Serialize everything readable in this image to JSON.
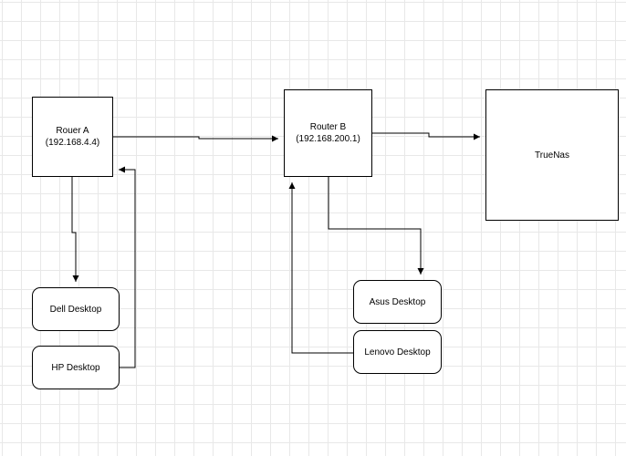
{
  "diagram": {
    "nodes": {
      "router_a": {
        "name": "Rouer A",
        "ip": "(192.168.4.4)"
      },
      "router_b": {
        "name": "Router B",
        "ip": "(192.168.200.1)"
      },
      "truenas": {
        "label": "TrueNas"
      },
      "dell": {
        "label": "Dell Desktop"
      },
      "hp": {
        "label": "HP Desktop"
      },
      "asus": {
        "label": "Asus Desktop"
      },
      "lenovo": {
        "label": "Lenovo Desktop"
      }
    },
    "edges": [
      {
        "from": "router_a",
        "to": "router_b"
      },
      {
        "from": "router_b",
        "to": "truenas"
      },
      {
        "from": "router_a",
        "to": "dell"
      },
      {
        "from": "hp",
        "to": "router_a"
      },
      {
        "from": "router_b",
        "to": "asus"
      },
      {
        "from": "lenovo",
        "to": "router_b"
      }
    ],
    "colors": {
      "stroke": "#000000",
      "node_fill": "#ffffff",
      "grid": "#e8e8e8"
    }
  }
}
